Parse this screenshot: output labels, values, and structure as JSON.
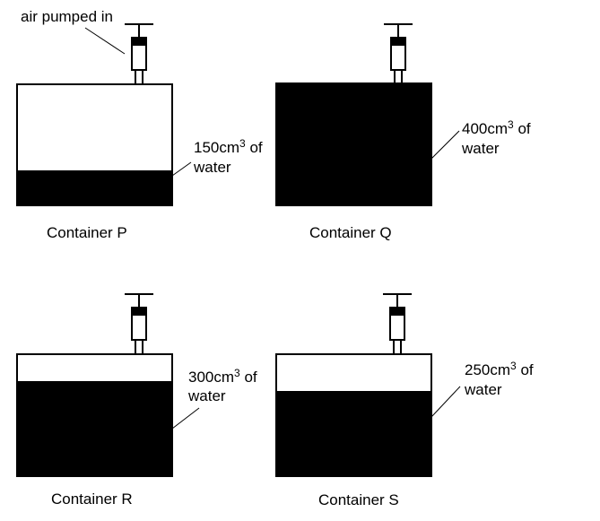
{
  "pump_label": "air pumped in",
  "containers": [
    {
      "caption": "Container P",
      "water_line1_pre": "150cm",
      "water_line1_sup": "3",
      "water_line1_post": " of",
      "water_line2": "water"
    },
    {
      "caption": "Container Q",
      "water_line1_pre": "400cm",
      "water_line1_sup": "3",
      "water_line1_post": " of",
      "water_line2": "water"
    },
    {
      "caption": "Container R",
      "water_line1_pre": "300cm",
      "water_line1_sup": "3",
      "water_line1_post": " of",
      "water_line2": "water"
    },
    {
      "caption": "Container S",
      "water_line1_pre": "250cm",
      "water_line1_sup": "3",
      "water_line1_post": " of",
      "water_line2": "water"
    }
  ],
  "colors": {
    "water": "#000000",
    "outline": "#000000",
    "background": "#ffffff"
  }
}
